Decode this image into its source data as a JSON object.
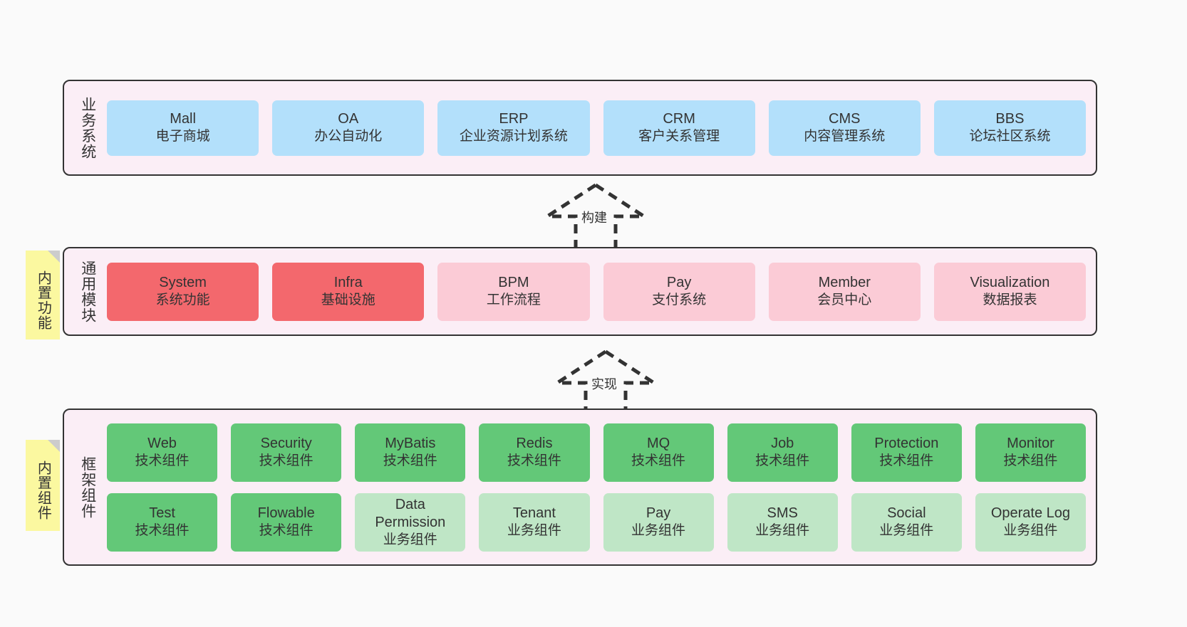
{
  "diagram": {
    "title_hidden": "",
    "background": "#fafafa",
    "panel_background": "#fbeef6",
    "panel_border": "#333333",
    "note_background": "#fbf8a0"
  },
  "notes": [
    {
      "id": "builtin-function",
      "label": "内置功能"
    },
    {
      "id": "builtin-component",
      "label": "内置组件"
    }
  ],
  "arrows": [
    {
      "id": "build",
      "label": "构建",
      "style": "dashed-generalization"
    },
    {
      "id": "implement",
      "label": "实现",
      "style": "dashed-generalization"
    }
  ],
  "layers": [
    {
      "id": "business-system",
      "title": "业务系统",
      "rows": [
        {
          "nodes": [
            {
              "en": "Mall",
              "cn": "电子商城",
              "color": "#b3e0fb",
              "variant": "c-blue"
            },
            {
              "en": "OA",
              "cn": "办公自动化",
              "color": "#b3e0fb",
              "variant": "c-blue"
            },
            {
              "en": "ERP",
              "cn": "企业资源计划系统",
              "color": "#b3e0fb",
              "variant": "c-blue"
            },
            {
              "en": "CRM",
              "cn": "客户关系管理",
              "color": "#b3e0fb",
              "variant": "c-blue"
            },
            {
              "en": "CMS",
              "cn": "内容管理系统",
              "color": "#b3e0fb",
              "variant": "c-blue"
            },
            {
              "en": "BBS",
              "cn": "论坛社区系统",
              "color": "#b3e0fb",
              "variant": "c-blue"
            }
          ]
        }
      ]
    },
    {
      "id": "common-module",
      "title": "通用模块",
      "rows": [
        {
          "nodes": [
            {
              "en": "System",
              "cn": "系统功能",
              "color": "#f3686d",
              "variant": "c-red"
            },
            {
              "en": "Infra",
              "cn": "基础设施",
              "color": "#f3686d",
              "variant": "c-red"
            },
            {
              "en": "BPM",
              "cn": "工作流程",
              "color": "#fbcbd6",
              "variant": "c-pink"
            },
            {
              "en": "Pay",
              "cn": "支付系统",
              "color": "#fbcbd6",
              "variant": "c-pink"
            },
            {
              "en": "Member",
              "cn": "会员中心",
              "color": "#fbcbd6",
              "variant": "c-pink"
            },
            {
              "en": "Visualization",
              "cn": "数据报表",
              "color": "#fbcbd6",
              "variant": "c-pink"
            }
          ]
        }
      ]
    },
    {
      "id": "framework-component",
      "title": "框架组件",
      "rows": [
        {
          "nodes": [
            {
              "en": "Web",
              "cn": "技术组件",
              "color": "#63c878",
              "variant": "c-green"
            },
            {
              "en": "Security",
              "cn": "技术组件",
              "color": "#63c878",
              "variant": "c-green"
            },
            {
              "en": "MyBatis",
              "cn": "技术组件",
              "color": "#63c878",
              "variant": "c-green"
            },
            {
              "en": "Redis",
              "cn": "技术组件",
              "color": "#63c878",
              "variant": "c-green"
            },
            {
              "en": "MQ",
              "cn": "技术组件",
              "color": "#63c878",
              "variant": "c-green"
            },
            {
              "en": "Job",
              "cn": "技术组件",
              "color": "#63c878",
              "variant": "c-green"
            },
            {
              "en": "Protection",
              "cn": "技术组件",
              "color": "#63c878",
              "variant": "c-green"
            },
            {
              "en": "Monitor",
              "cn": "技术组件",
              "color": "#63c878",
              "variant": "c-green"
            }
          ]
        },
        {
          "nodes": [
            {
              "en": "Test",
              "cn": "技术组件",
              "color": "#63c878",
              "variant": "c-green"
            },
            {
              "en": "Flowable",
              "cn": "技术组件",
              "color": "#63c878",
              "variant": "c-green"
            },
            {
              "en": "Data Permission",
              "cn": "业务组件",
              "color": "#bfe6c6",
              "variant": "c-lightgreen"
            },
            {
              "en": "Tenant",
              "cn": "业务组件",
              "color": "#bfe6c6",
              "variant": "c-lightgreen"
            },
            {
              "en": "Pay",
              "cn": "业务组件",
              "color": "#bfe6c6",
              "variant": "c-lightgreen"
            },
            {
              "en": "SMS",
              "cn": "业务组件",
              "color": "#bfe6c6",
              "variant": "c-lightgreen"
            },
            {
              "en": "Social",
              "cn": "业务组件",
              "color": "#bfe6c6",
              "variant": "c-lightgreen"
            },
            {
              "en": "Operate Log",
              "cn": "业务组件",
              "color": "#bfe6c6",
              "variant": "c-lightgreen"
            }
          ]
        }
      ]
    }
  ]
}
